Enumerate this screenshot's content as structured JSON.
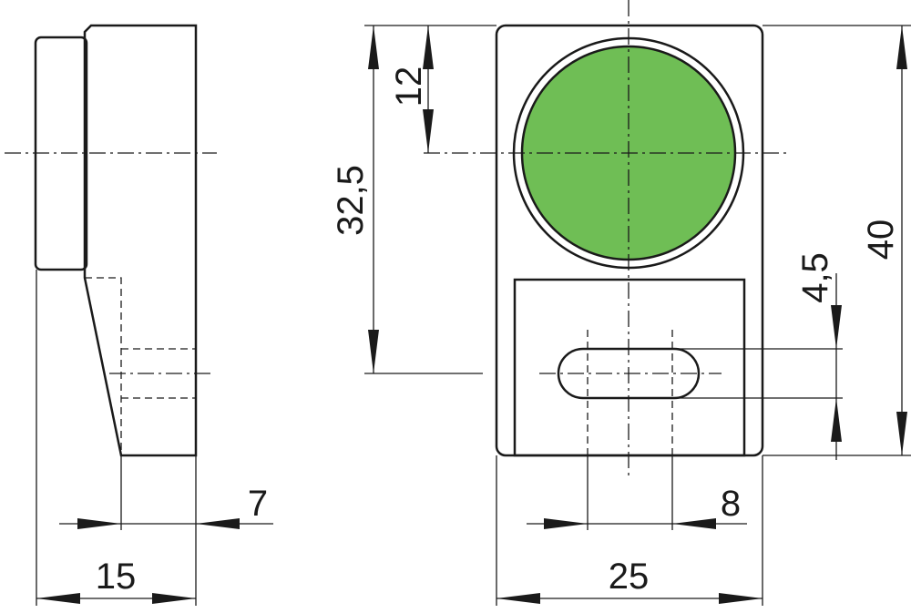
{
  "colors": {
    "lens": "#6fbe55",
    "line": "#1a1a1a"
  },
  "dimensions": {
    "side_depth_offset": "7",
    "side_total_depth": "15",
    "lens_center_from_top": "12",
    "slot_center_from_top": "32,5",
    "total_height": "40",
    "slot_height": "4,5",
    "slot_width": "8",
    "total_width": "25"
  }
}
